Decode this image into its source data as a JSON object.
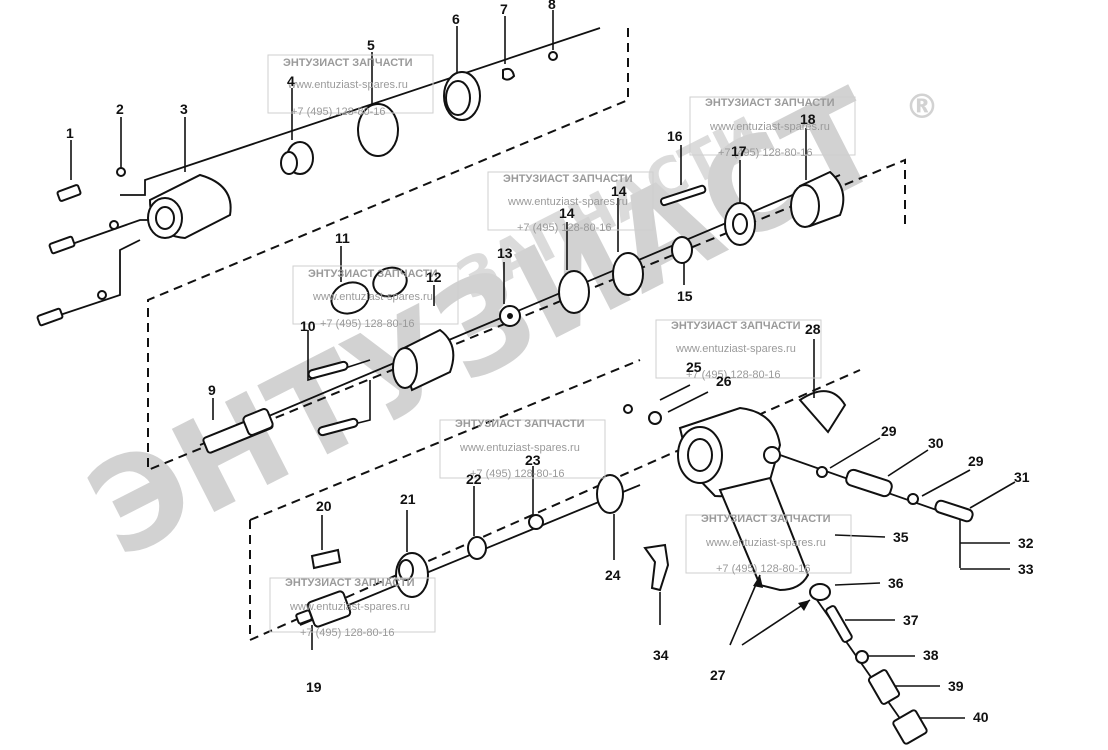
{
  "watermark": {
    "brand_big": "ЭНТУЗИАСТ",
    "brand_small": "ЗАПЧАСТИ",
    "registered": "®",
    "title": "ЭНТУЗИАСТ ЗАПЧАСТИ",
    "site": "www.entuziast-spares.ru",
    "phone": "+7 (495) 128-80-16"
  },
  "labels": {
    "p1": "1",
    "p2": "2",
    "p3": "3",
    "p4": "4",
    "p5": "5",
    "p6": "6",
    "p7": "7",
    "p8": "8",
    "p9": "9",
    "p10": "10",
    "p11": "11",
    "p12": "12",
    "p13": "13",
    "p14a": "14",
    "p14b": "14",
    "p15": "15",
    "p16": "16",
    "p17": "17",
    "p18": "18",
    "p19": "19",
    "p20": "20",
    "p21": "21",
    "p22": "22",
    "p23": "23",
    "p24": "24",
    "p25": "25",
    "p26": "26",
    "p27": "27",
    "p28": "28",
    "p29a": "29",
    "p29b": "29",
    "p30": "30",
    "p31": "31",
    "p32": "32",
    "p33": "33",
    "p34": "34",
    "p35": "35",
    "p36": "36",
    "p37": "37",
    "p38": "38",
    "p39": "39",
    "p40": "40"
  }
}
